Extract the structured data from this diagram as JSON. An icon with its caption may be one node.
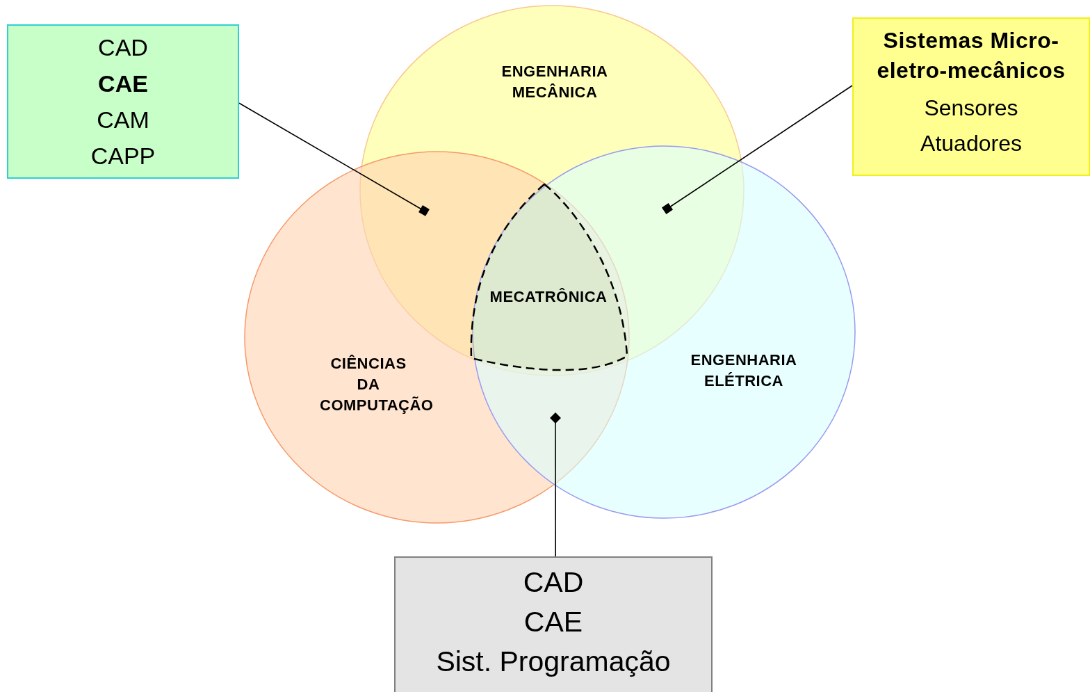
{
  "diagram": {
    "nodes": [
      {
        "text": [
          "ENGENHARIA MECÂNICA"
        ]
      },
      {
        "text": [
          "CIÊNCIAS DA COMPUTAÇÃO"
        ]
      },
      {
        "text": [
          "ENGENHARIA ELÉTRICA"
        ]
      },
      {
        "text": [
          "MECATRÔNICA"
        ]
      },
      {
        "text": [
          "CAD",
          "CAE",
          "CAM",
          "CAPP"
        ]
      },
      {
        "text": [
          "Sistemas Micro-eletro-mecânicos",
          "Sensores",
          "Atuadores"
        ]
      },
      {
        "text": [
          "CAD",
          "CAE",
          "Sist. Programação"
        ]
      }
    ],
    "edges": [
      {
        "from": 4,
        "to": 0,
        "arrow": "other"
      },
      {
        "from": 5,
        "to": 0,
        "arrow": "other"
      },
      {
        "from": 6,
        "to": 2,
        "arrow": "other"
      }
    ]
  }
}
